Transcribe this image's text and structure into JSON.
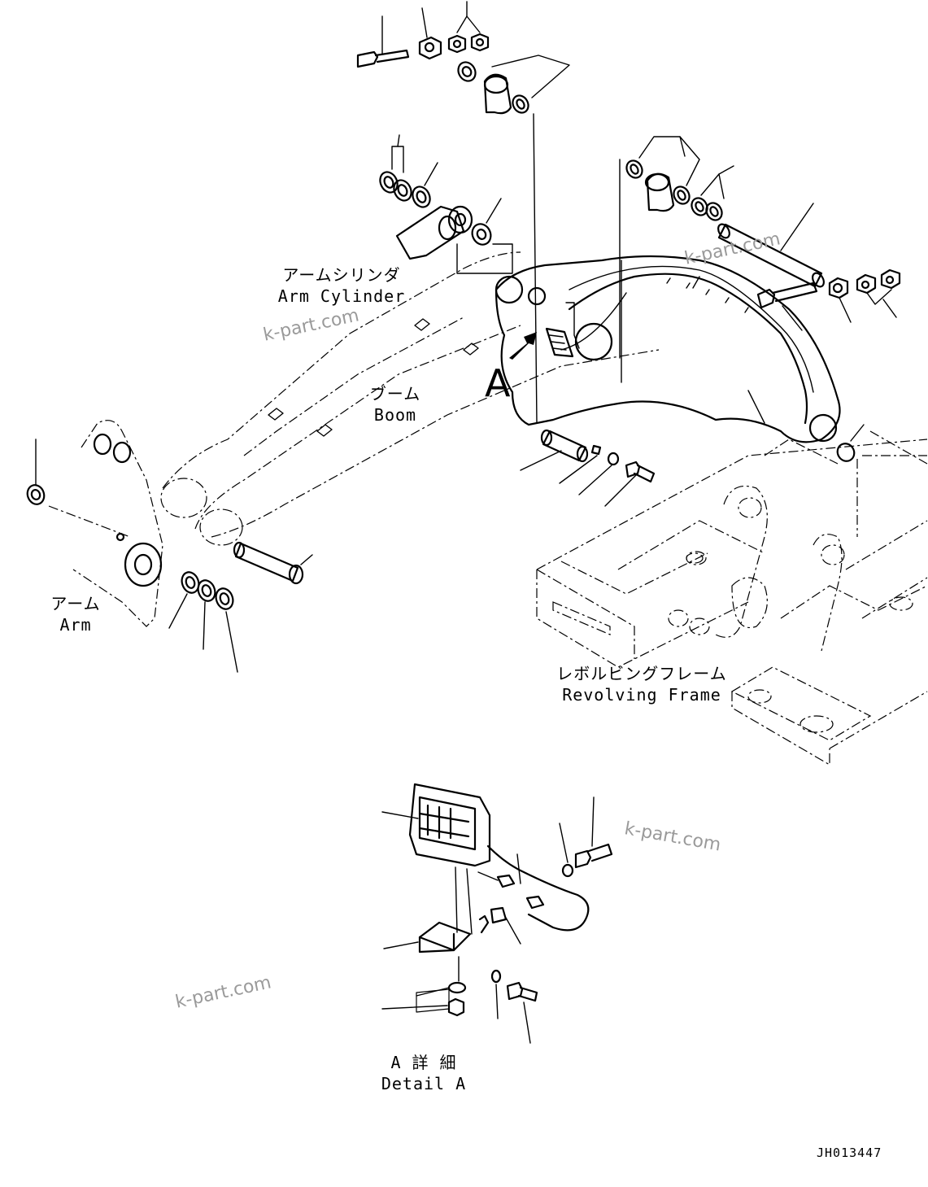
{
  "labels": {
    "arm_cylinder_jp": "アームシリンダ",
    "arm_cylinder_en": "Arm Cylinder",
    "boom_jp": "ブーム",
    "boom_en": "Boom",
    "arm_jp": "アーム",
    "arm_en": "Arm",
    "revolving_frame_jp": "レボルビングフレーム",
    "revolving_frame_en": "Revolving Frame",
    "detail_jp": "A 詳 細",
    "detail_en": "Detail A",
    "view_marker": "A"
  },
  "watermark": "k-part.com",
  "drawing_code": "JH013447",
  "colors": {
    "line": "#000000",
    "background": "#ffffff",
    "watermark": "#9a9a9a"
  }
}
